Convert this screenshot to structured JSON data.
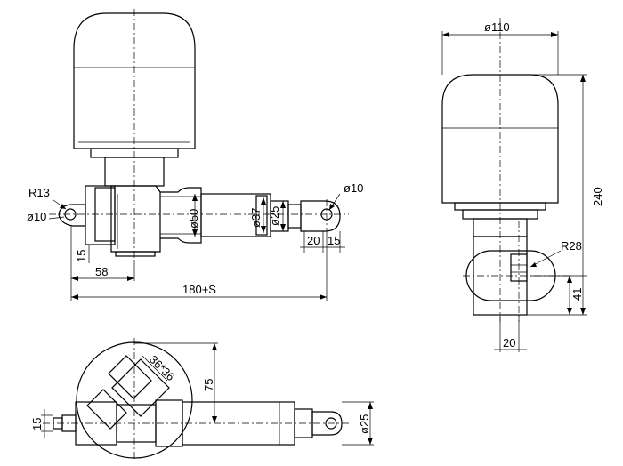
{
  "dimensions": {
    "r13": "R13",
    "d10_left": "ø10",
    "d10_right": "ø10",
    "d50": "ø50",
    "d37": "ø37",
    "d25_side": "ø25",
    "w20": "20",
    "w15": "15",
    "h15_left": "15",
    "l58": "58",
    "l180s": "180+S",
    "d110": "ø110",
    "h240": "240",
    "r28": "R28",
    "h41": "41",
    "w20_end": "20",
    "sq36": "36*36",
    "h75": "75",
    "h15_top": "15",
    "d25_top": "ø25"
  }
}
